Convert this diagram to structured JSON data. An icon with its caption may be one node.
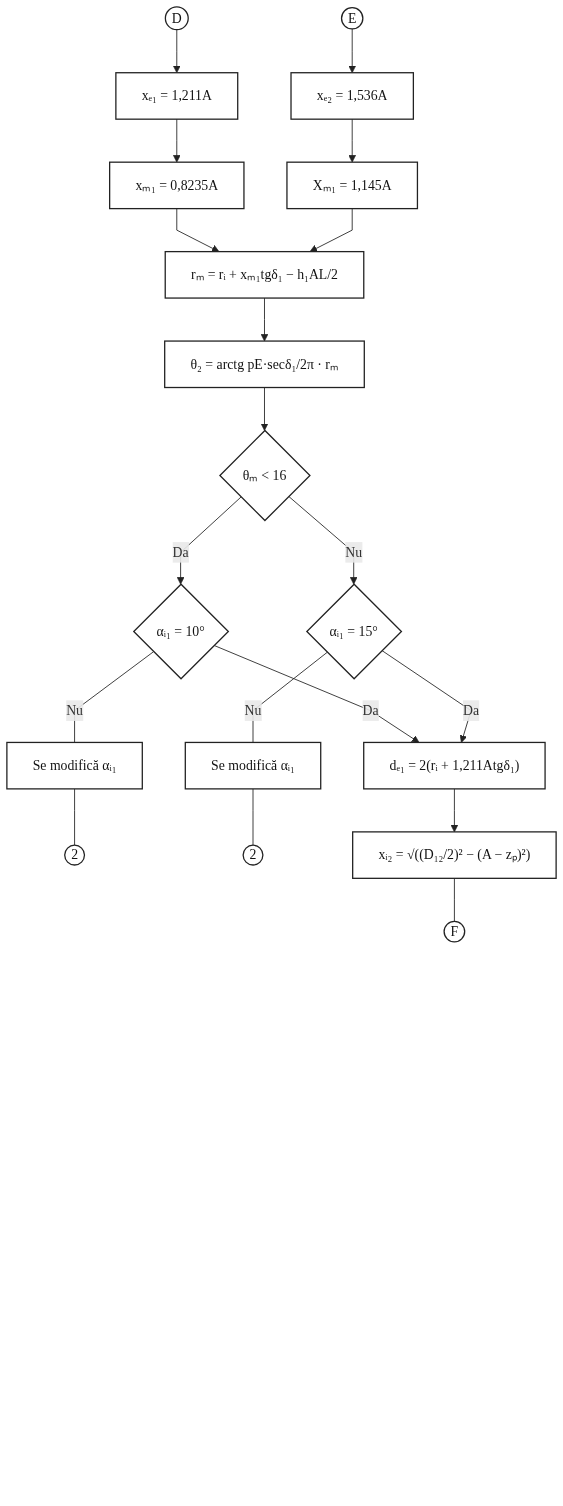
{
  "diagram": {
    "nodes": [
      {
        "text": [
          "D"
        ]
      },
      {
        "text": [
          "E"
        ]
      },
      {
        "text": [
          "xₑ₁ = 1,211A"
        ]
      },
      {
        "text": [
          "xₑ₂ = 1,536A"
        ]
      },
      {
        "text": [
          "xₘ₁ = 0,8235A"
        ]
      },
      {
        "text": [
          "Xₘ₁ = 1,145A"
        ]
      },
      {
        "text": [
          "rₘ = rᵢ + xₘ₁tgδ₁ − h₁AL/2"
        ]
      },
      {
        "text": [
          "θ₂ = arctg pE·secδ₁/2π · rₘ"
        ]
      },
      {
        "text": [
          "θₘ < 16"
        ]
      },
      {
        "text": [
          "αᵢ₁ = 10°"
        ]
      },
      {
        "text": [
          "αᵢ₁ = 15°"
        ]
      },
      {
        "text": [
          "Se modifică αᵢ₁"
        ]
      },
      {
        "text": [
          "Se modifică αᵢ₁"
        ]
      },
      {
        "text": [
          "2"
        ]
      },
      {
        "text": [
          "2"
        ]
      },
      {
        "text": [
          "dₑ₁ = 2(rᵢ + 1,211Atgδ₁)"
        ]
      },
      {
        "text": [
          "xᵢ₂ = √((D₁₂/2)² − (A − zₚ)²)"
        ]
      },
      {
        "text": [
          "F"
        ]
      }
    ],
    "edges": [
      {
        "from": 0,
        "to": 2,
        "arrow": "to"
      },
      {
        "from": 1,
        "to": 3,
        "arrow": "to"
      },
      {
        "from": 2,
        "to": 4,
        "arrow": "to"
      },
      {
        "from": 3,
        "to": 5,
        "arrow": "to"
      },
      {
        "from": 4,
        "to": 6,
        "arrow": "to"
      },
      {
        "from": 5,
        "to": 6,
        "arrow": "to"
      },
      {
        "from": 6,
        "to": 7,
        "arrow": "to"
      },
      {
        "from": 7,
        "to": 8,
        "arrow": "to"
      },
      {
        "from": 8,
        "to": 9,
        "label": "Da",
        "arrow": "to"
      },
      {
        "from": 8,
        "to": 10,
        "label": "Nu",
        "arrow": "to"
      },
      {
        "from": 9,
        "to": 11,
        "label": "Nu",
        "arrow": "none"
      },
      {
        "from": 10,
        "to": 12,
        "label": "Nu",
        "arrow": "none"
      },
      {
        "from": 11,
        "to": 13,
        "arrow": "none"
      },
      {
        "from": 12,
        "to": 14,
        "arrow": "none"
      },
      {
        "from": 9,
        "to": 15,
        "label": "Da",
        "arrow": "to"
      },
      {
        "from": 10,
        "to": 15,
        "label": "Da",
        "arrow": "to"
      },
      {
        "from": 15,
        "to": 16,
        "arrow": "to"
      },
      {
        "from": 16,
        "to": 17,
        "arrow": "none"
      }
    ]
  }
}
